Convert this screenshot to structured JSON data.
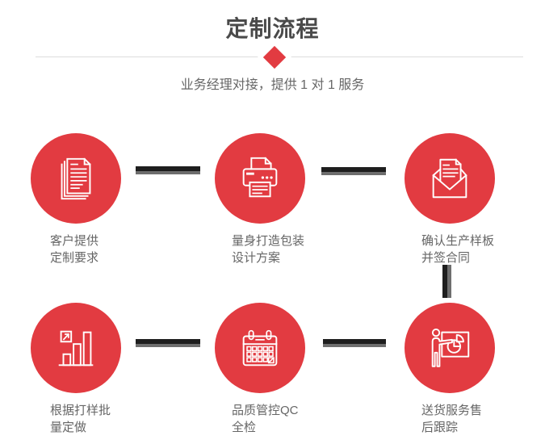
{
  "header": {
    "title": "定制流程",
    "subtitle": "业务经理对接，提供 1 对 1 服务"
  },
  "colors": {
    "accent_red": "#e23b41",
    "connector_dark": "#1e1e1e",
    "connector_gray": "#6e6e6e",
    "title_text": "#4a4a4a",
    "body_text": "#666666",
    "divider": "#dcdcdc"
  },
  "steps": [
    {
      "icon": "documents-icon",
      "label_line1": "客户提供",
      "label_line2": "定制要求"
    },
    {
      "icon": "printer-icon",
      "label_line1": "量身打造包装",
      "label_line2": "设计方案"
    },
    {
      "icon": "envelope-open-icon",
      "label_line1": "确认生产样板",
      "label_line2": "并签合同"
    },
    {
      "icon": "bar-chart-icon",
      "label_line1": "根据打样批",
      "label_line2": "量定做"
    },
    {
      "icon": "calendar-icon",
      "label_line1": "品质管控QC",
      "label_line2": "全检"
    },
    {
      "icon": "presentation-icon",
      "label_line1": "送货服务售",
      "label_line2": "后跟踪"
    }
  ]
}
